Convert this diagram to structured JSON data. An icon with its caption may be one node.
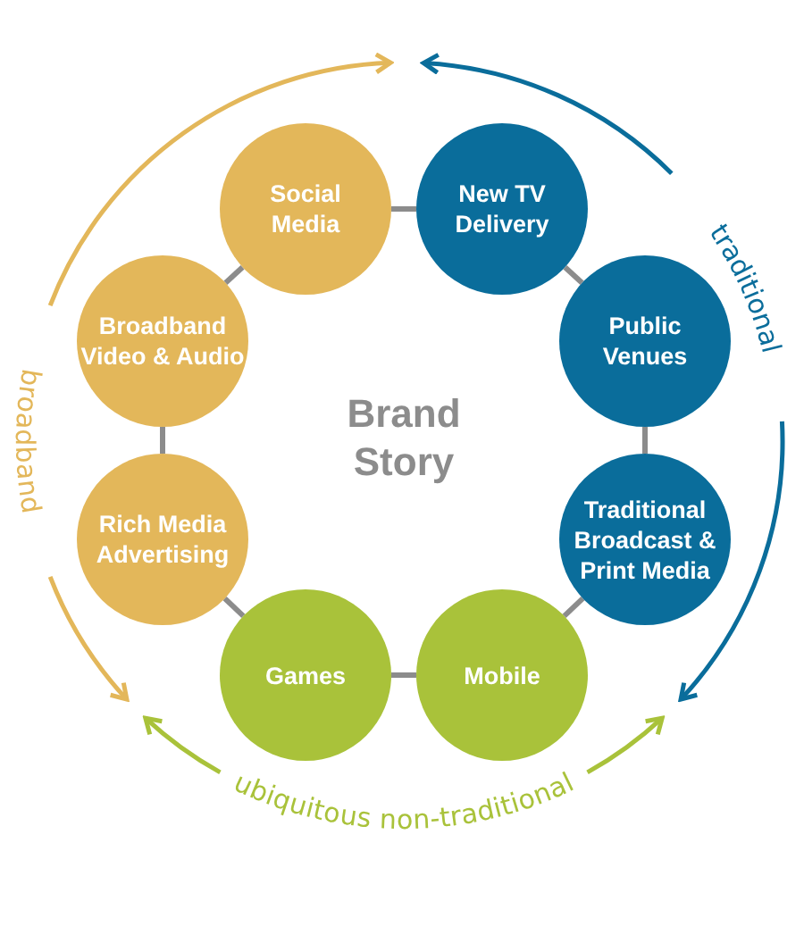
{
  "diagram": {
    "nodes": [
      {
        "text": [
          "Social Media"
        ]
      },
      {
        "text": [
          "New TV Delivery"
        ]
      },
      {
        "text": [
          "Broadband Video & Audio"
        ]
      },
      {
        "text": [
          "Public Venues"
        ]
      },
      {
        "text": [
          "Rich Media Advertising"
        ]
      },
      {
        "text": [
          "Traditional Broadcast & Print Media"
        ]
      },
      {
        "text": [
          "Games"
        ]
      },
      {
        "text": [
          "Mobile"
        ]
      }
    ],
    "edges": [
      {
        "from": 0,
        "to": 1,
        "arrow": "none"
      },
      {
        "from": 1,
        "to": 3,
        "arrow": "none"
      },
      {
        "from": 3,
        "to": 5,
        "arrow": "none"
      },
      {
        "from": 5,
        "to": 7,
        "arrow": "none"
      },
      {
        "from": 7,
        "to": 6,
        "arrow": "none"
      },
      {
        "from": 6,
        "to": 4,
        "arrow": "none"
      },
      {
        "from": 4,
        "to": 2,
        "arrow": "none"
      },
      {
        "from": 2,
        "to": 0,
        "arrow": "none"
      }
    ],
    "labels": [
      "traditional",
      "Brand Story",
      "broadband",
      "ubiquitous non-traditional"
    ]
  }
}
